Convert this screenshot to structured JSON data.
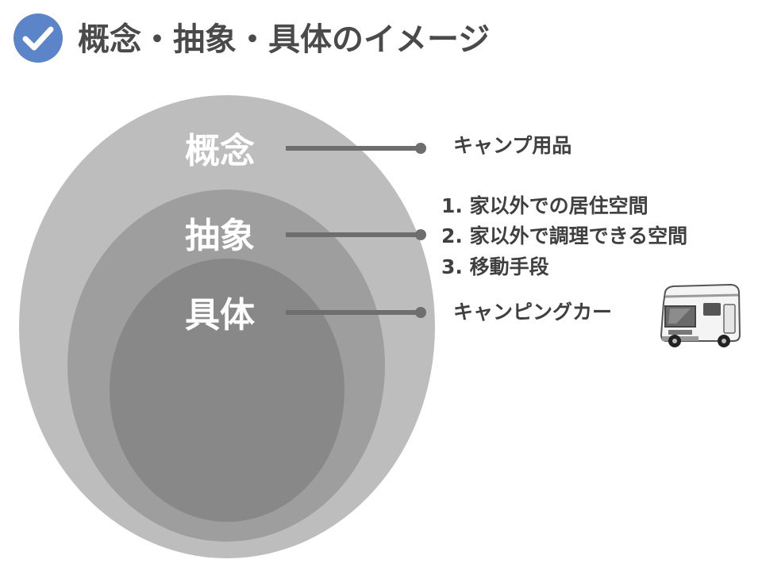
{
  "header": {
    "title": "概念・抽象・具体のイメージ",
    "check_icon": "check-circle-icon",
    "accent_color": "#5b85c8"
  },
  "diagram": {
    "levels": [
      {
        "key": "concept",
        "label": "概念",
        "fill": "#bdbdbd",
        "items": [
          "キャンプ用品"
        ]
      },
      {
        "key": "abstract",
        "label": "抽象",
        "fill": "#9e9e9e",
        "items": [
          "1. 家以外での居住空間",
          "2. 家以外で調理できる空間",
          "3. 移動手段"
        ]
      },
      {
        "key": "concrete",
        "label": "具体",
        "fill": "#888888",
        "items": [
          "キャンピングカー"
        ],
        "illustration": "camper-van-icon"
      }
    ],
    "connector_color": "#6e6e6e"
  }
}
